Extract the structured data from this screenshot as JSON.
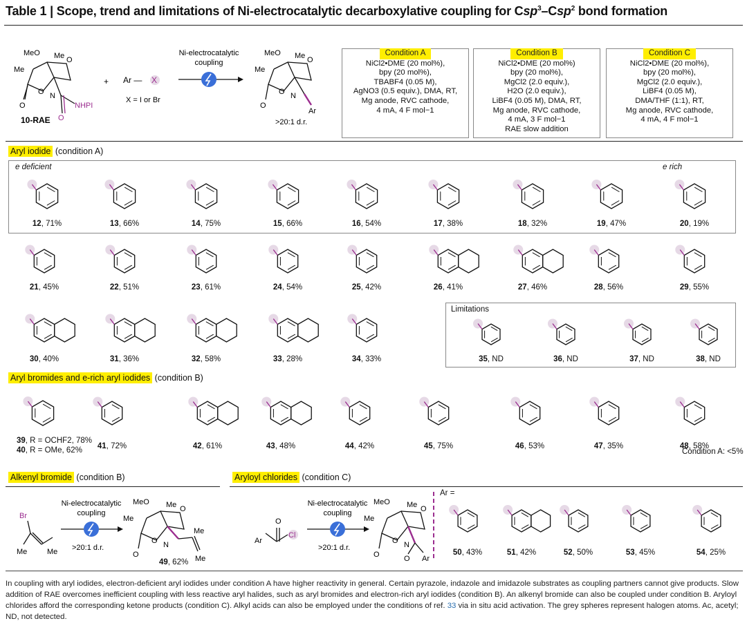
{
  "title": "Table 1 | Scope, trend and limitations of Ni-electrocatalytic decarboxylative coupling for Csp3–Csp2 bond formation",
  "scheme": {
    "reagent_label": "10-RAE",
    "plus": "+",
    "ar_x": "Ar — X",
    "x_def": "X = I or Br",
    "arrow_top": "Ni-electrocatalytic",
    "arrow_bottom": "coupling",
    "dr": ">20:1 d.r.",
    "nhpi": "NHPI",
    "ar": "Ar"
  },
  "conditions": [
    {
      "tag": "Condition A",
      "lines": [
        "NiCl2•DME (20 mol%),",
        "bpy (20 mol%),",
        "TBABF4 (0.05 M),",
        "AgNO3 (0.5 equiv.), DMA, RT,",
        "Mg anode, RVC cathode,",
        "4 mA, 4 F mol−1"
      ]
    },
    {
      "tag": "Condition B",
      "lines": [
        "NiCl2•DME (20 mol%)",
        "bpy (20 mol%),",
        "MgCl2 (2.0 equiv.),",
        "H2O (2.0 equiv.),",
        "LiBF4 (0.05 M), DMA, RT,",
        "Mg anode, RVC cathode,",
        "4 mA, 3 F mol−1",
        "RAE slow addition"
      ]
    },
    {
      "tag": "Condition C",
      "lines": [
        "NiCl2•DME (20 mol%),",
        "bpy (20 mol%),",
        "MgCl2 (2.0 equiv.),",
        "LiBF4 (0.05 M),",
        "DMA/THF (1:1), RT,",
        "Mg anode, RVC cathode,",
        "4 mA, 4 F mol−1"
      ]
    }
  ],
  "sections": {
    "aryl_iodide": {
      "name": "Aryl iodide",
      "cond": "(condition A)"
    },
    "aryl_bromide": {
      "name": "Aryl bromides and e-rich aryl iodides",
      "cond": "(condition B)"
    },
    "alkenyl": {
      "name": "Alkenyl bromide",
      "cond": "(condition B)"
    },
    "aryloyl": {
      "name": "Aryloyl chlorides",
      "cond": "(condition C)"
    }
  },
  "notes": {
    "e_deficient": "e deficient",
    "e_rich": "e rich",
    "limitations": "Limitations",
    "ar_eq": "Ar =",
    "cond_a_note": "Condition A: <5%"
  },
  "compounds_row1": [
    {
      "id": "12",
      "yield": ", 71%"
    },
    {
      "id": "13",
      "yield": ", 66%"
    },
    {
      "id": "14",
      "yield": ", 75%"
    },
    {
      "id": "15",
      "yield": ", 66%"
    },
    {
      "id": "16",
      "yield": ", 54%"
    },
    {
      "id": "17",
      "yield": ", 38%"
    },
    {
      "id": "18",
      "yield": ", 32%"
    },
    {
      "id": "19",
      "yield": ", 47%"
    },
    {
      "id": "20",
      "yield": ", 19%"
    }
  ],
  "compounds_row2": [
    {
      "id": "21",
      "yield": ", 45%"
    },
    {
      "id": "22",
      "yield": ", 51%"
    },
    {
      "id": "23",
      "yield": ", 61%"
    },
    {
      "id": "24",
      "yield": ", 54%"
    },
    {
      "id": "25",
      "yield": ", 42%"
    },
    {
      "id": "26",
      "yield": ", 41%"
    },
    {
      "id": "27",
      "yield": ", 46%"
    },
    {
      "id": "28",
      "yield": ", 56%"
    },
    {
      "id": "29",
      "yield": ", 55%"
    }
  ],
  "compounds_row3": [
    {
      "id": "30",
      "yield": ", 40%"
    },
    {
      "id": "31",
      "yield": ", 36%"
    },
    {
      "id": "32",
      "yield": ", 58%"
    },
    {
      "id": "33",
      "yield": ", 28%"
    },
    {
      "id": "34",
      "yield": ", 33%"
    }
  ],
  "limitations": [
    {
      "id": "35",
      "yield": ", ND"
    },
    {
      "id": "36",
      "yield": ", ND"
    },
    {
      "id": "37",
      "yield": ", ND"
    },
    {
      "id": "38",
      "yield": ", ND"
    }
  ],
  "compounds_row4": [
    {
      "id": "41",
      "yield": ", 72%"
    },
    {
      "id": "42",
      "yield": ", 61%"
    },
    {
      "id": "43",
      "yield": ", 48%"
    },
    {
      "id": "44",
      "yield": ", 42%"
    },
    {
      "id": "45",
      "yield": ", 75%"
    },
    {
      "id": "46",
      "yield": ", 53%"
    },
    {
      "id": "47",
      "yield": ", 35%"
    },
    {
      "id": "48",
      "yield": ", 58%"
    }
  ],
  "cmpd39": {
    "id": "39",
    "rest": ", R = OCHF2, 78%"
  },
  "cmpd40": {
    "id": "40",
    "rest": ", R = OMe, 62%"
  },
  "cmpd49": {
    "id": "49",
    "yield": ", 62%"
  },
  "compounds_row5": [
    {
      "id": "50",
      "yield": ", 43%"
    },
    {
      "id": "51",
      "yield": ", 42%"
    },
    {
      "id": "52",
      "yield": ", 50%"
    },
    {
      "id": "53",
      "yield": ", 45%"
    },
    {
      "id": "54",
      "yield": ", 25%"
    }
  ],
  "caption": "In coupling with aryl iodides, electron-deficient aryl iodides under condition A have higher reactivity in general. Certain pyrazole, indazole and imidazole substrates as coupling partners cannot give products. Slow addition of RAE overcomes inefficient coupling with less reactive aryl halides, such as aryl bromides and electron-rich aryl iodides (condition B). An alkenyl bromide can also be coupled under condition B. Aryloyl chlorides afford the corresponding ketone products (condition C). Alkyl acids can also be employed under the conditions of ref.",
  "caption_ref": "33",
  "caption_end": "via in situ acid activation. The grey spheres represent halogen atoms. Ac, acetyl; ND, not detected.",
  "colors": {
    "highlight": "#ffee00",
    "purple": "#9b2d8f",
    "halogen_sphere": "#e6d9e6",
    "bolt_blue": "#3a6fd8",
    "ref_link": "#2a6fb0"
  }
}
